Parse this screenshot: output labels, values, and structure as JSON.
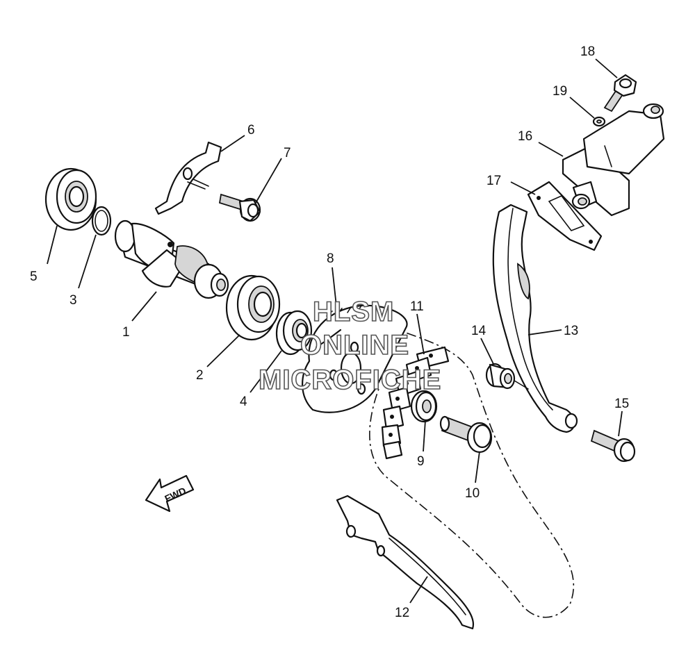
{
  "callouts": [
    {
      "id": "1",
      "label": "1"
    },
    {
      "id": "2",
      "label": "2"
    },
    {
      "id": "3",
      "label": "3"
    },
    {
      "id": "4",
      "label": "4"
    },
    {
      "id": "5",
      "label": "5"
    },
    {
      "id": "6",
      "label": "6"
    },
    {
      "id": "7",
      "label": "7"
    },
    {
      "id": "8",
      "label": "8"
    },
    {
      "id": "9",
      "label": "9"
    },
    {
      "id": "10",
      "label": "10"
    },
    {
      "id": "11",
      "label": "11"
    },
    {
      "id": "12",
      "label": "12"
    },
    {
      "id": "13",
      "label": "13"
    },
    {
      "id": "14",
      "label": "14"
    },
    {
      "id": "15",
      "label": "15"
    },
    {
      "id": "16",
      "label": "16"
    },
    {
      "id": "17",
      "label": "17"
    },
    {
      "id": "18",
      "label": "18"
    },
    {
      "id": "19",
      "label": "19"
    }
  ],
  "fwd_label": "FWD",
  "watermark": {
    "line1": "HLSM",
    "line2": "ONLINE",
    "line3": "MICROFICHE"
  }
}
